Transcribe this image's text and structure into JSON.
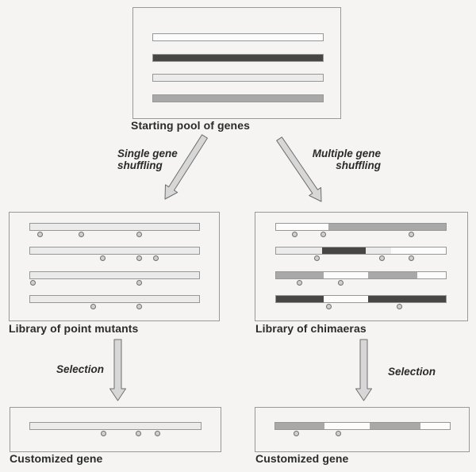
{
  "palette": {
    "background": "#f5f4f2",
    "text": "#2b2b2b",
    "box_border": "#999999",
    "bar_border": "#979797",
    "white": "#fcfcfc",
    "light": "#ebebeb",
    "gray": "#a8a8a8",
    "dark": "#484545",
    "dot_fill": "#cfcfcf",
    "dot_border": "#6f6f6f",
    "arrow_fill": "#d7d7d7",
    "arrow_stroke": "#6e6e6e"
  },
  "boxes": {
    "starting_pool": {
      "label": "Starting pool of genes",
      "bars": [
        {
          "segments": [
            [
              "white",
              100
            ]
          ],
          "dots": []
        },
        {
          "segments": [
            [
              "dark",
              100
            ]
          ],
          "dots": []
        },
        {
          "segments": [
            [
              "light",
              100
            ]
          ],
          "dots": []
        },
        {
          "segments": [
            [
              "gray",
              100
            ]
          ],
          "dots": []
        }
      ]
    },
    "point_mutants": {
      "label": "Library of point mutants",
      "bars": [
        {
          "segments": [
            [
              "light",
              100
            ]
          ],
          "dots": [
            6,
            30,
            64
          ]
        },
        {
          "segments": [
            [
              "light",
              100
            ]
          ],
          "dots": [
            43,
            64,
            74
          ]
        },
        {
          "segments": [
            [
              "light",
              100
            ]
          ],
          "dots": [
            2,
            64
          ]
        },
        {
          "segments": [
            [
              "light",
              100
            ]
          ],
          "dots": [
            37,
            64
          ]
        }
      ]
    },
    "chimaeras": {
      "label": "Library of chimaeras",
      "bars": [
        {
          "segments": [
            [
              "white",
              31
            ],
            [
              "gray",
              69
            ]
          ],
          "dots": [
            11,
            28,
            79
          ]
        },
        {
          "segments": [
            [
              "light",
              27
            ],
            [
              "dark",
              26
            ],
            [
              "light",
              15
            ],
            [
              "white",
              32
            ]
          ],
          "dots": [
            24,
            62,
            79
          ]
        },
        {
          "segments": [
            [
              "gray",
              28
            ],
            [
              "white",
              26
            ],
            [
              "gray",
              29
            ],
            [
              "white",
              17
            ]
          ],
          "dots": [
            14,
            38
          ]
        },
        {
          "segments": [
            [
              "dark",
              28
            ],
            [
              "white",
              26
            ],
            [
              "dark",
              46
            ]
          ],
          "dots": [
            31,
            72
          ]
        }
      ]
    },
    "customized_left": {
      "label": "Customized gene",
      "bars": [
        {
          "segments": [
            [
              "light",
              100
            ]
          ],
          "dots": [
            43,
            63,
            74
          ]
        }
      ]
    },
    "customized_right": {
      "label": "Customized gene",
      "bars": [
        {
          "segments": [
            [
              "gray",
              28
            ],
            [
              "white",
              26
            ],
            [
              "gray",
              29
            ],
            [
              "white",
              17
            ]
          ],
          "dots": [
            12,
            36
          ]
        }
      ]
    }
  },
  "arrows": {
    "single_gene": {
      "line1": "Single gene",
      "line2": "shuffling"
    },
    "multiple_gene": {
      "line1": "Multiple gene",
      "line2": "shuffling"
    },
    "selection_left": {
      "label": "Selection"
    },
    "selection_right": {
      "label": "Selection"
    }
  }
}
